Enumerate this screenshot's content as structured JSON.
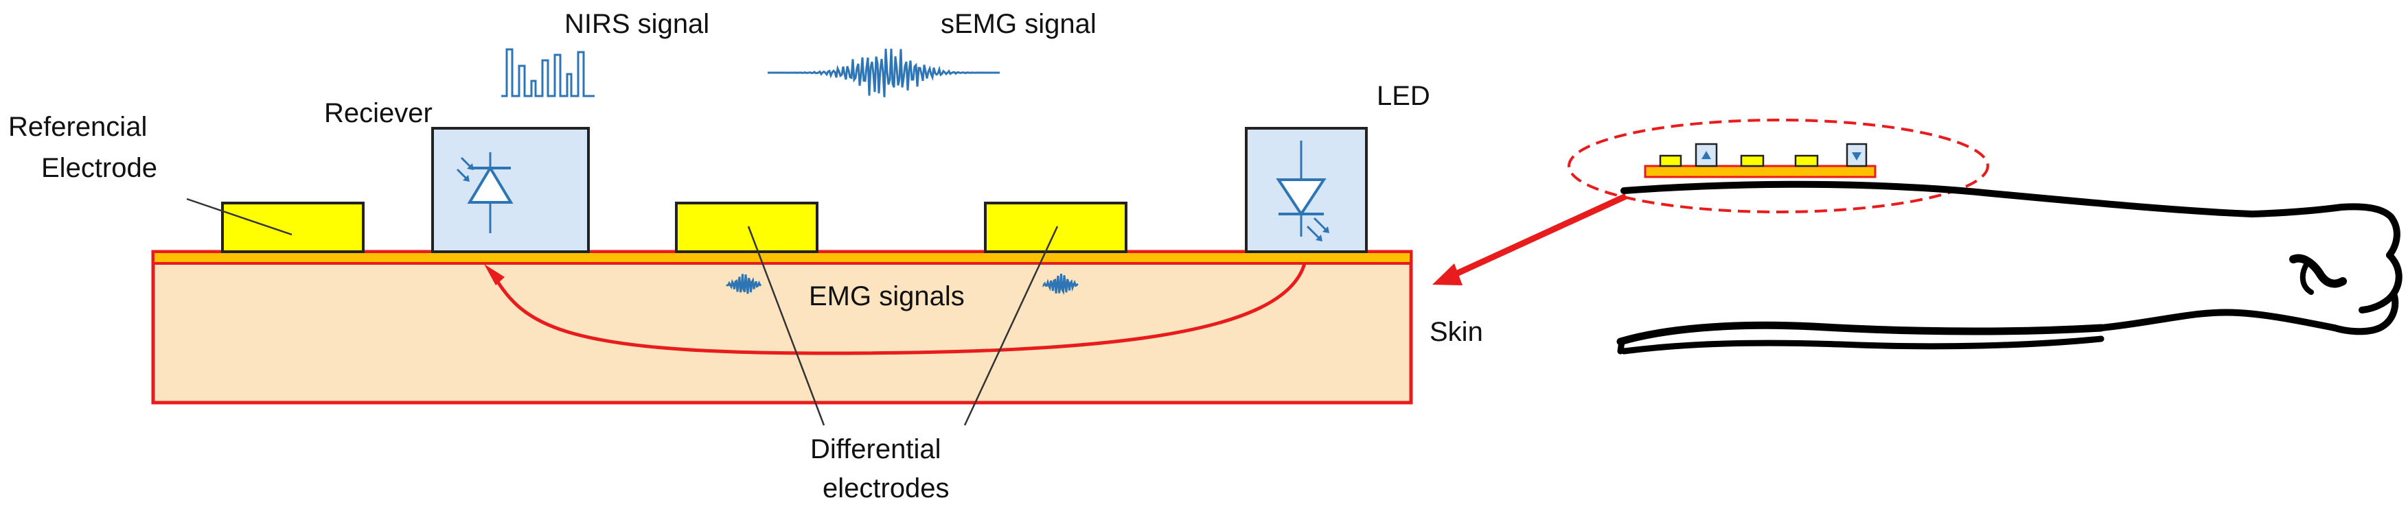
{
  "labels": {
    "nirs_signal": "NIRS signal",
    "semg_signal": "sEMG signal",
    "referencial_line1": "Referencial",
    "referencial_line2": "Electrode",
    "receiver": "Reciever",
    "led": "LED",
    "emg_signals": "EMG signals",
    "skin": "Skin",
    "differential_line1": "Differential",
    "differential_line2": "electrodes"
  },
  "colors": {
    "tissue_fill": "#fce4c0",
    "skin_line": "#e81c1c",
    "electrode_yellow": "#ffff00",
    "sensor_blue": "#d6e6f6",
    "signal_blue": "#2e75b6",
    "arm_black": "#000000"
  }
}
